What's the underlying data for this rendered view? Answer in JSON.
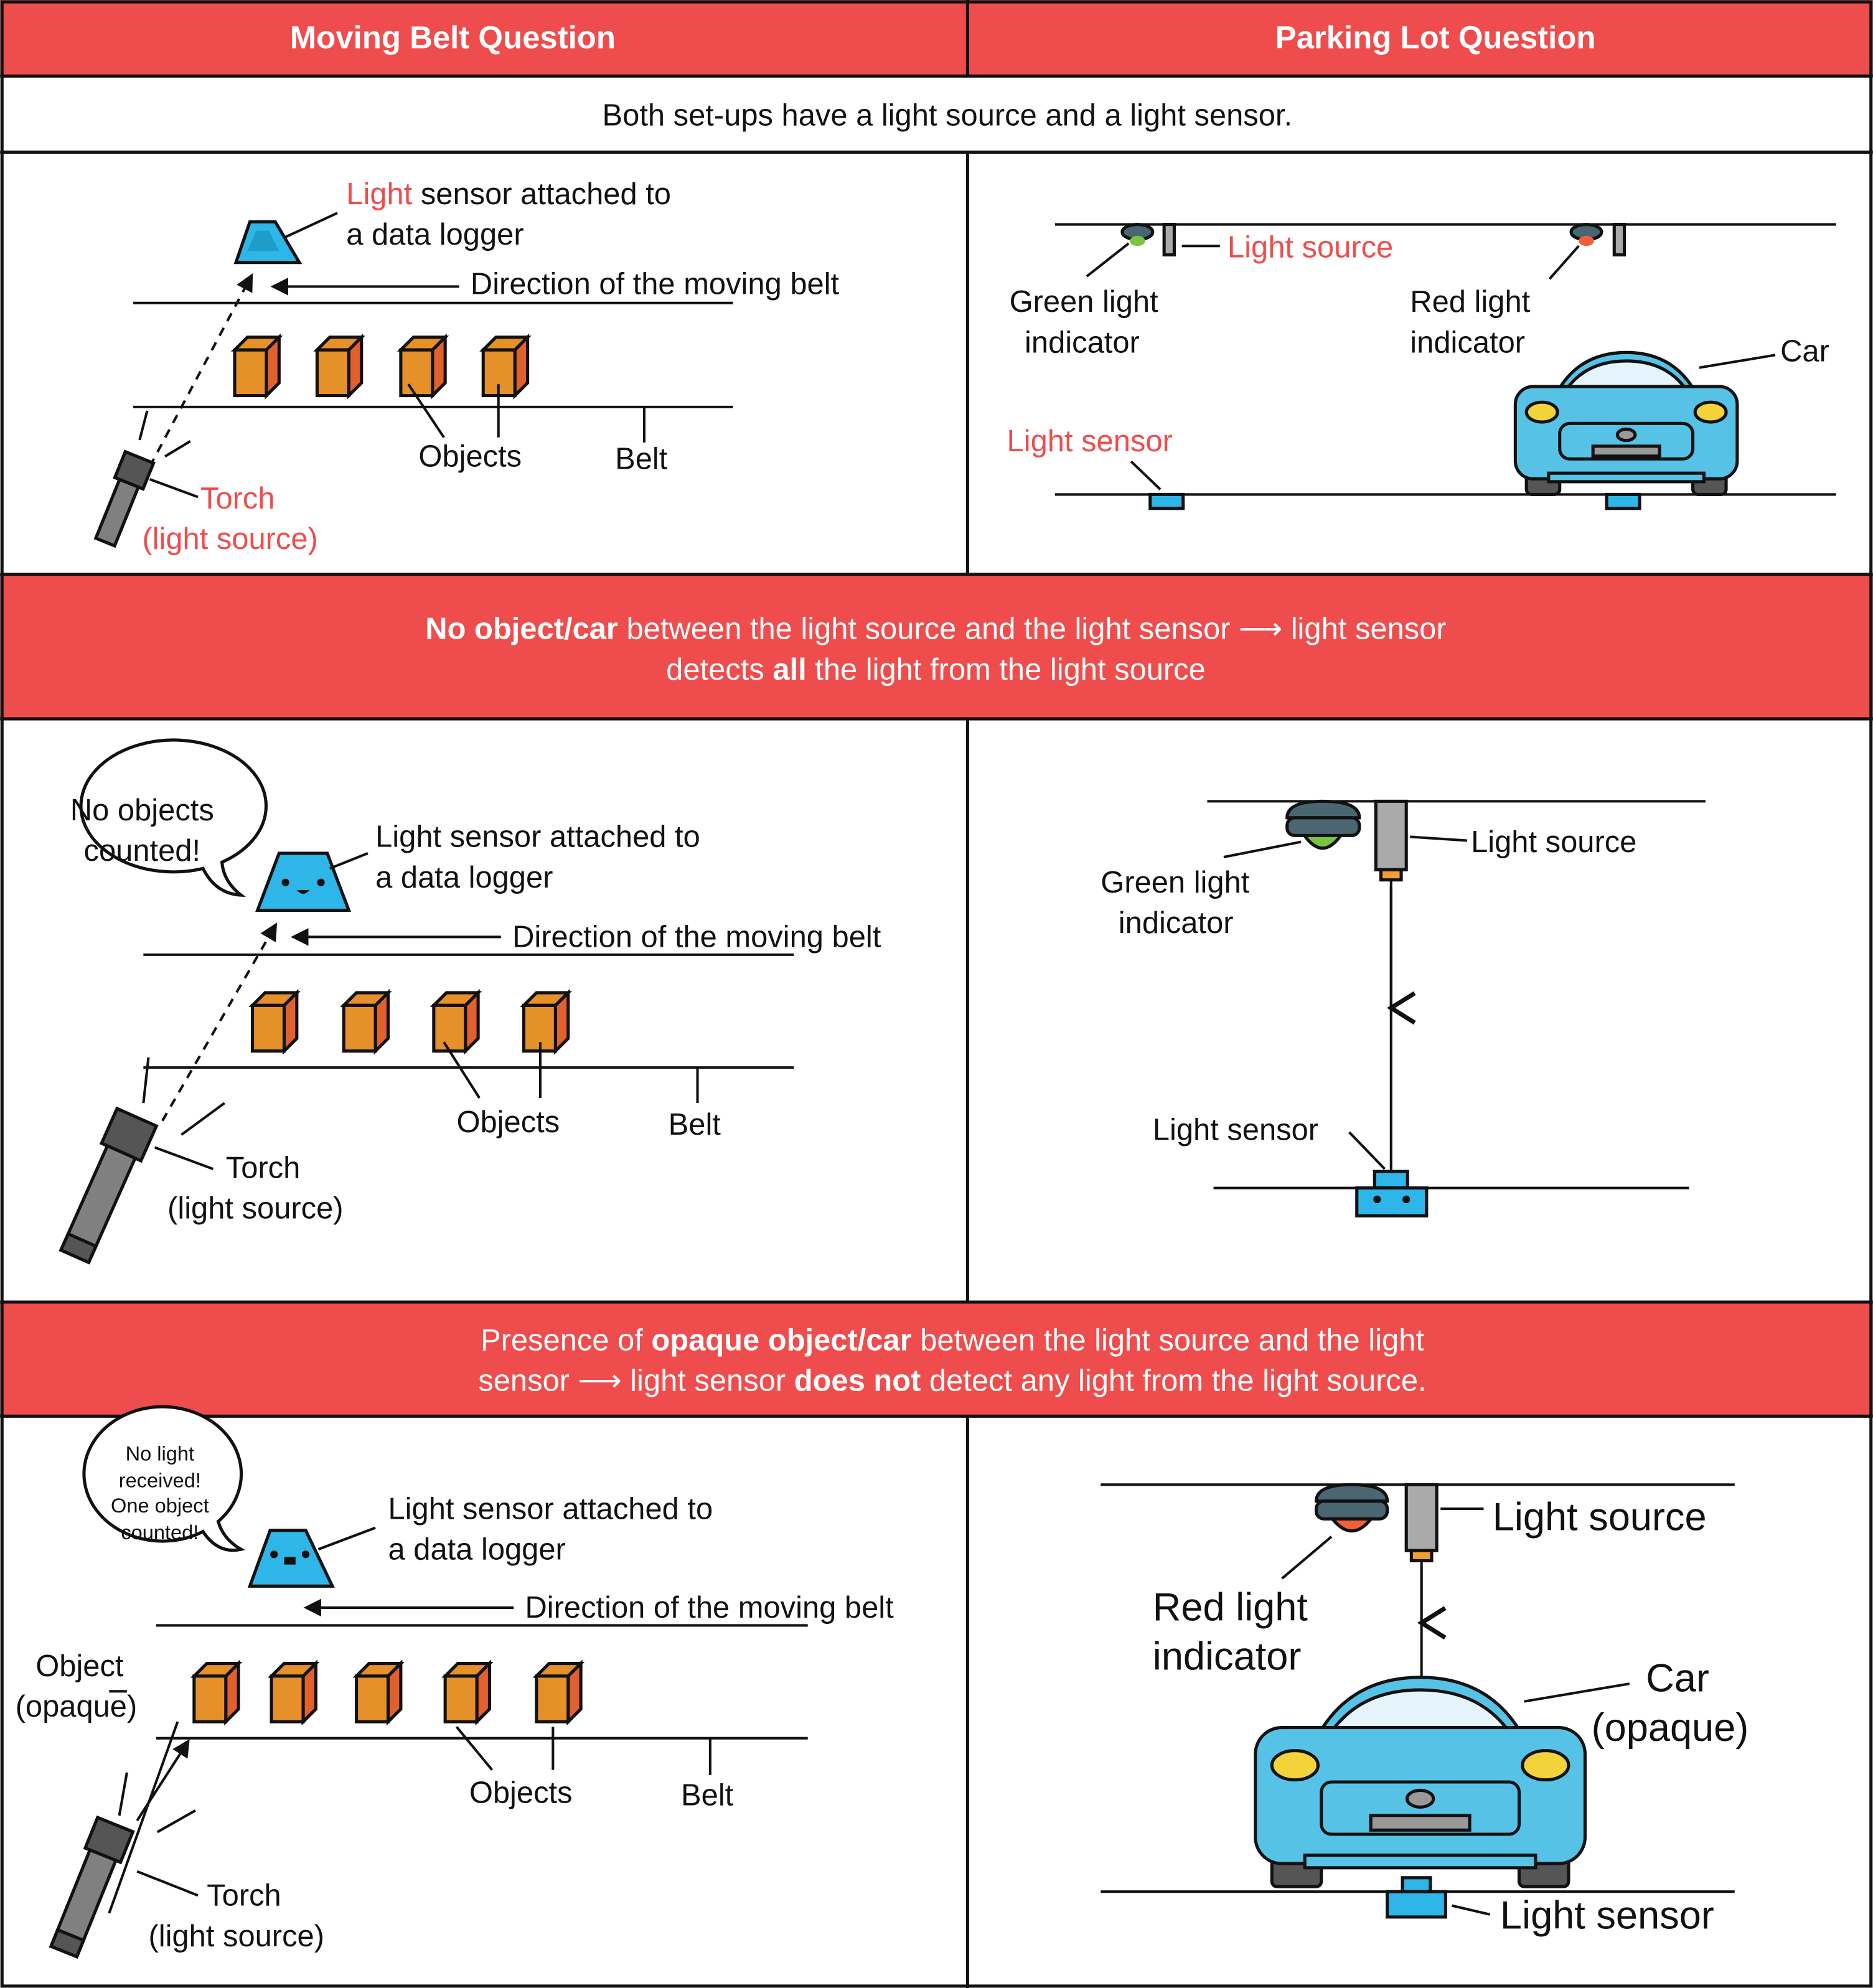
{
  "colors": {
    "accent_red": "#EF4D4D",
    "sensor_blue": "#2EB6E8",
    "box_orange": "#E6902A",
    "box_side": "#E2602C",
    "torch_gray": "#808080",
    "car_blue": "#56C3E6",
    "green_indicator": "#7CC243",
    "red_indicator": "#F0603A"
  },
  "header": {
    "left": "Moving Belt Question",
    "right": "Parking Lot Question"
  },
  "intro": "Both set-ups have a light source and a light sensor.",
  "row1": {
    "belt": {
      "sensor_label_red": "Light",
      "sensor_label_rest": " sensor attached to",
      "sensor_label_line2": "a data logger",
      "direction": "Direction of the moving belt",
      "objects": "Objects",
      "belt": "Belt",
      "torch": "Torch",
      "torch_sub": "(light source)"
    },
    "lot": {
      "light_source": "Light source",
      "green_1": "Green light",
      "green_2": "indicator",
      "red_1": "Red light",
      "red_2": "indicator",
      "car": "Car",
      "light_sensor": "Light sensor"
    }
  },
  "band1": {
    "l1_bold": "No object/car",
    "l1_rest": " between the light source and the light sensor ⟶ light sensor",
    "l2_a": "detects ",
    "l2_bold": "all",
    "l2_c": " the light from the light source"
  },
  "row2": {
    "belt": {
      "bubble_1": "No objects",
      "bubble_2": "counted!",
      "sensor_1": "Light sensor attached to",
      "sensor_2": "a data logger",
      "direction": "Direction of the moving belt",
      "objects": "Objects",
      "belt": "Belt",
      "torch": "Torch",
      "torch_sub": "(light source)"
    },
    "lot": {
      "light_source": "Light source",
      "green_1": "Green light",
      "green_2": "indicator",
      "light_sensor": "Light sensor"
    }
  },
  "band2": {
    "l1_a": "Presence of ",
    "l1_bold": "opaque object/car",
    "l1_c": " between the light source and the light",
    "l2_a": "sensor ⟶ light sensor ",
    "l2_bold": "does not",
    "l2_c": " detect any light from the light source."
  },
  "row3": {
    "belt": {
      "bubble_1": "No light",
      "bubble_2": "received!",
      "bubble_3": "One object",
      "bubble_4": "counted!",
      "sensor_1": "Light sensor attached to",
      "sensor_2": "a data logger",
      "direction": "Direction of the moving belt",
      "object_1": "Object",
      "object_2": "(opaque)",
      "objects": "Objects",
      "belt": "Belt",
      "torch": "Torch",
      "torch_sub": "(light source)"
    },
    "lot": {
      "light_source": "Light source",
      "red_1": "Red light",
      "red_2": "indicator",
      "car_1": "Car",
      "car_2": "(opaque)",
      "light_sensor": "Light sensor"
    }
  }
}
